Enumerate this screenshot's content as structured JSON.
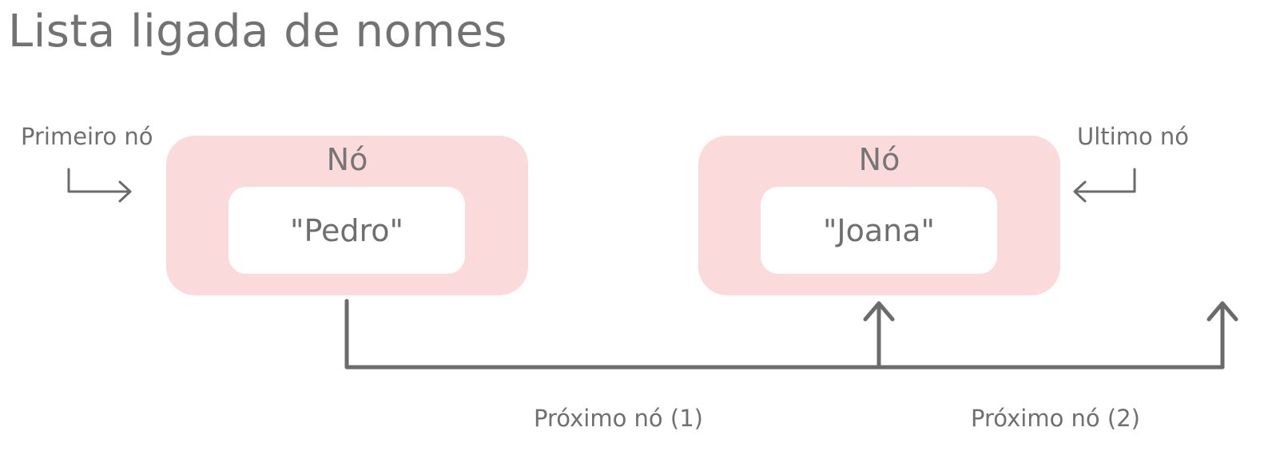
{
  "title": "Lista ligada de nomes",
  "first_label": "Primeiro nó",
  "last_label": "Ultimo nó",
  "nodes": [
    {
      "caption": "Nó",
      "value": "\"Pedro\""
    },
    {
      "caption": "Nó",
      "value": "\"Joana\""
    }
  ],
  "links": [
    {
      "label": "Próximo nó (1)"
    },
    {
      "label": "Próximo nó (2)"
    }
  ],
  "colors": {
    "node_fill": "#fadadb",
    "value_fill": "#ffffff",
    "connector": "#6b6b6b",
    "text": "#6f6f6f"
  }
}
